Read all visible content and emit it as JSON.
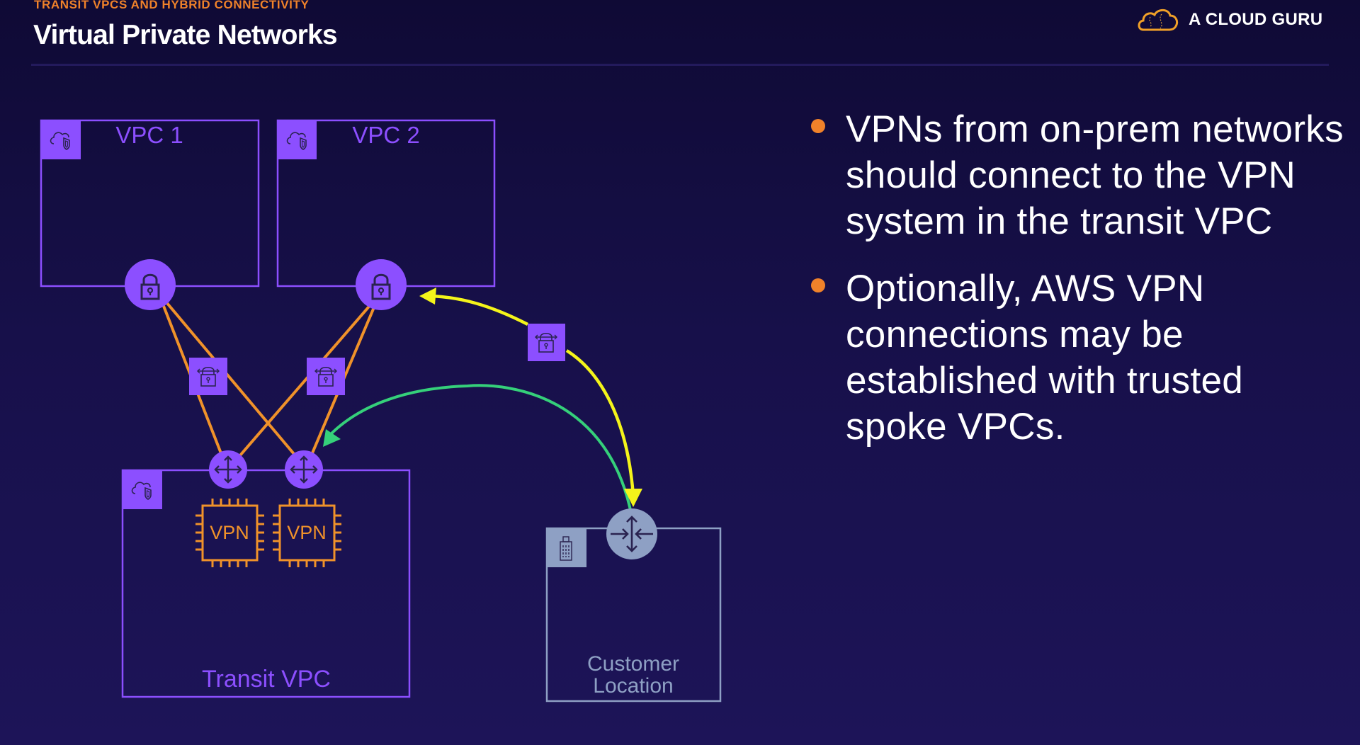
{
  "header": {
    "kicker": "TRANSIT VPCS AND HYBRID CONNECTIVITY",
    "title": "Virtual Private Networks",
    "brand": "A CLOUD GURU",
    "brand_icon": "cloud-logo-icon"
  },
  "colors": {
    "background": "#150f45",
    "accent_orange": "#f0822a",
    "vpc_purple": "#8c4fff",
    "customer_gray": "#8ea0c4",
    "arrow_yellow": "#f4f41a",
    "arrow_green": "#35d07a"
  },
  "diagram": {
    "vpcs": [
      {
        "id": "vpc1",
        "label": "VPC 1",
        "icon": "vpc-cloud-shield-icon",
        "gateway_icon": "vpn-gateway-lock-icon"
      },
      {
        "id": "vpc2",
        "label": "VPC 2",
        "icon": "vpc-cloud-shield-icon",
        "gateway_icon": "vpn-gateway-lock-icon"
      }
    ],
    "transit_vpc": {
      "label": "Transit VPC",
      "icon": "vpc-cloud-shield-icon",
      "routers": [
        "router-icon",
        "router-icon"
      ],
      "instances": [
        {
          "label": "VPN",
          "icon": "ec2-instance-chip-icon"
        },
        {
          "label": "VPN",
          "icon": "ec2-instance-chip-icon"
        }
      ]
    },
    "customer_location": {
      "label_line1": "Customer",
      "label_line2": "Location",
      "icon": "corporate-building-icon",
      "gateway_icon": "customer-gateway-icon"
    },
    "connections": [
      {
        "from": "VPC 1 gateway",
        "to": "Transit router 1",
        "color": "orange",
        "type": "vpn-tunnel"
      },
      {
        "from": "VPC 1 gateway",
        "to": "Transit router 2",
        "color": "orange",
        "type": "vpn-tunnel"
      },
      {
        "from": "VPC 2 gateway",
        "to": "Transit router 1",
        "color": "orange",
        "type": "vpn-tunnel"
      },
      {
        "from": "VPC 2 gateway",
        "to": "Transit router 2",
        "color": "orange",
        "type": "vpn-tunnel"
      },
      {
        "from": "Customer gateway",
        "to": "VPC 2 gateway",
        "color": "yellow",
        "type": "optional-aws-vpn"
      },
      {
        "from": "Customer gateway",
        "to": "Transit router 2",
        "color": "green",
        "type": "vpn-to-transit"
      }
    ],
    "vpn_connection_icon": "vpn-connection-icon"
  },
  "bullets": [
    {
      "text": "VPNs from on-prem networks should connect to the VPN system in the transit VPC"
    },
    {
      "text": "Optionally, AWS VPN connections may be established with trusted spoke VPCs."
    }
  ]
}
